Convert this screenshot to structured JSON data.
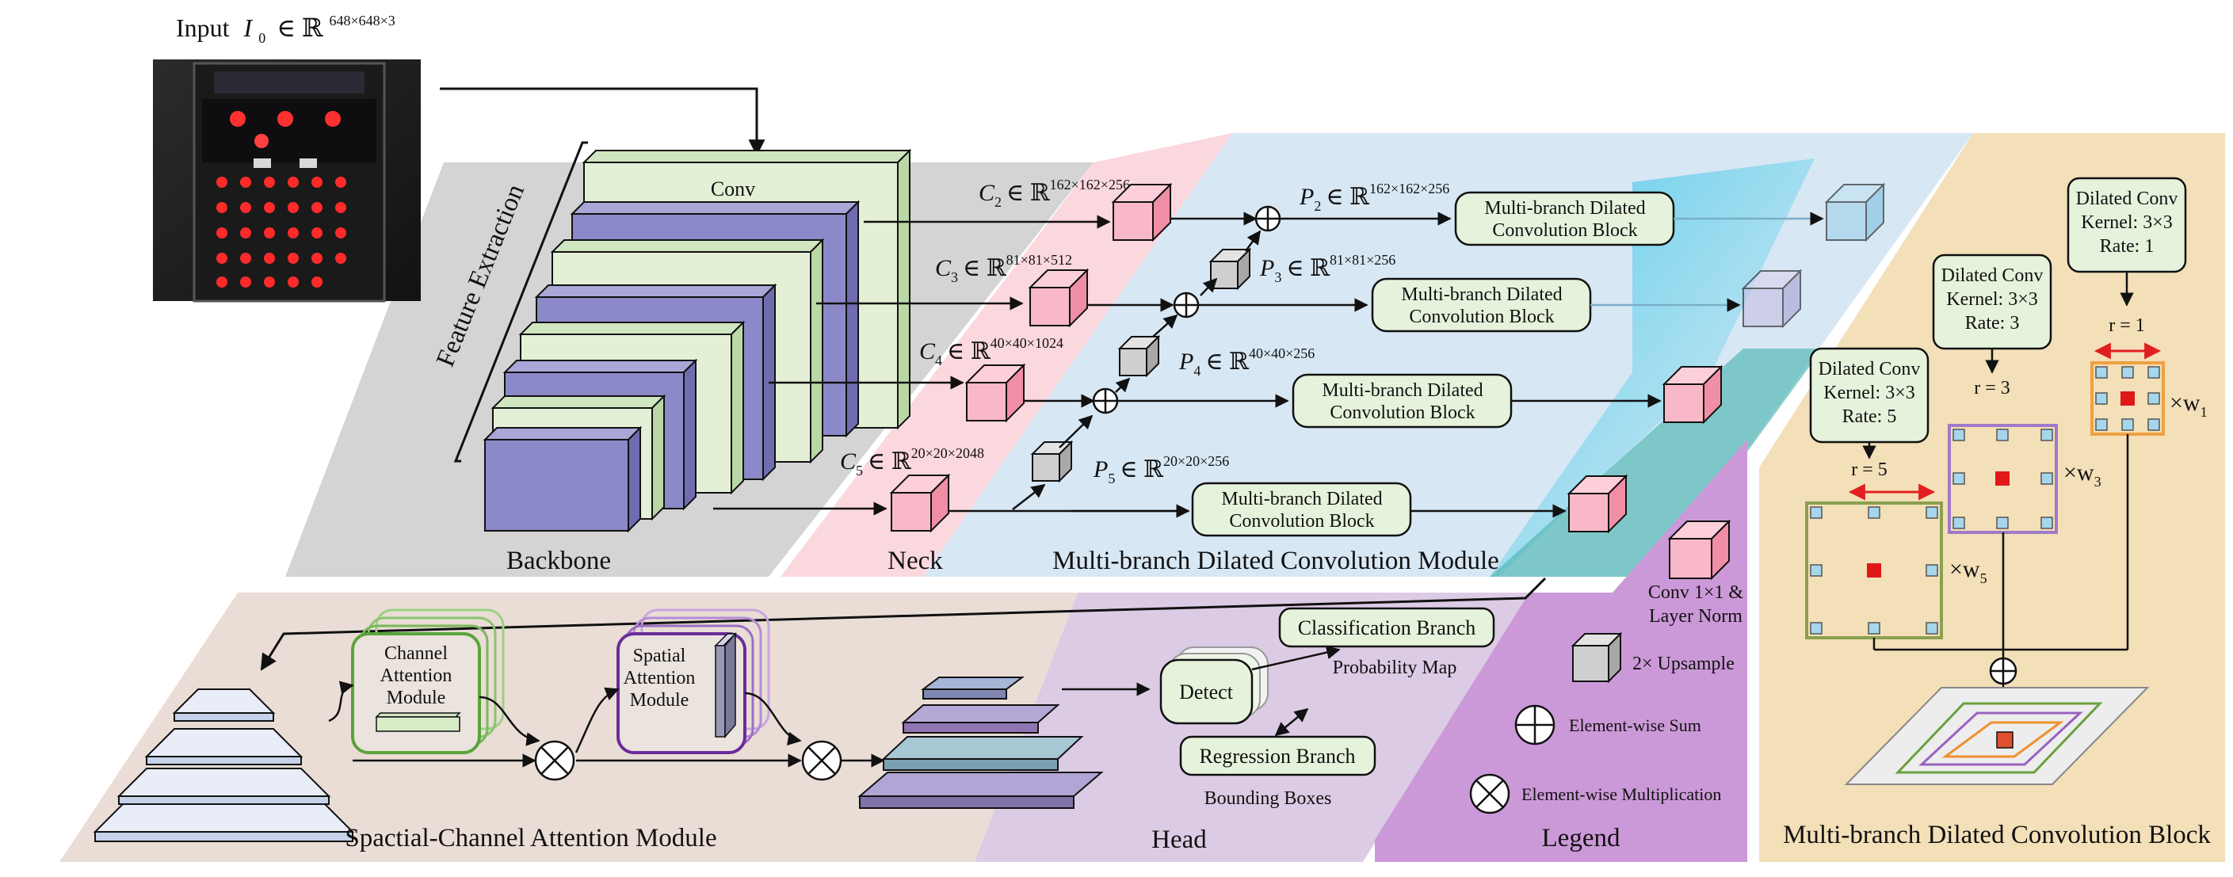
{
  "input": {
    "label": "Input",
    "var": "I",
    "sub": "0",
    "set": "∈ ℝ",
    "dims": "648×648×3"
  },
  "regions": {
    "backbone": "Backbone",
    "neck": "Neck",
    "mbdcm": "Multi-branch Dilated Convolution Module",
    "scam": "Spactial-Channel Attention Module",
    "head": "Head",
    "legend": "Legend",
    "mbdcb": "Multi-branch Dilated Convolution Block"
  },
  "backbone": {
    "conv": "Conv",
    "feature_extraction": "Feature Extraction"
  },
  "c_features": [
    {
      "var": "C",
      "sub": "2",
      "dims": "162×162×256"
    },
    {
      "var": "C",
      "sub": "3",
      "dims": "81×81×512"
    },
    {
      "var": "C",
      "sub": "4",
      "dims": "40×40×1024"
    },
    {
      "var": "C",
      "sub": "5",
      "dims": "20×20×2048"
    }
  ],
  "p_features": [
    {
      "var": "P",
      "sub": "2",
      "dims": "162×162×256"
    },
    {
      "var": "P",
      "sub": "3",
      "dims": "81×81×256"
    },
    {
      "var": "P",
      "sub": "4",
      "dims": "40×40×256"
    },
    {
      "var": "P",
      "sub": "5",
      "dims": "20×20×256"
    }
  ],
  "set_symbol": "∈ ℝ",
  "mbdcb_box": {
    "line1": "Multi-branch Dilated",
    "line2": "Convolution Block"
  },
  "attention": {
    "channel": [
      "Channel",
      "Attention",
      "Module"
    ],
    "spatial": [
      "Spatial",
      "Attention",
      "Module"
    ]
  },
  "head": {
    "detect": "Detect",
    "classification": "Classification Branch",
    "probability": "Probability Map",
    "regression": "Regression Branch",
    "bounding": "Bounding Boxes"
  },
  "legend": {
    "conv": [
      "Conv 1×1 &",
      "Layer Norm"
    ],
    "upsample": "2× Upsample",
    "sum": "Element-wise Sum",
    "mult": "Element-wise Multiplication"
  },
  "dilated": [
    {
      "title": "Dilated Conv",
      "kernel": "Kernel: 3×3",
      "rate": "Rate: 1",
      "r": "r = 1",
      "w": "×w",
      "wsub": "1"
    },
    {
      "title": "Dilated Conv",
      "kernel": "Kernel: 3×3",
      "rate": "Rate: 3",
      "r": "r = 3",
      "w": "×w",
      "wsub": "3"
    },
    {
      "title": "Dilated Conv",
      "kernel": "Kernel: 3×3",
      "rate": "Rate: 5",
      "r": "r = 5",
      "w": "×w",
      "wsub": "5"
    }
  ],
  "colors": {
    "backbone_bg": "#d4d4d4",
    "neck_bg": "#fbd7de",
    "mbdcm_bg": "#d9e8f5",
    "scam_bg": "#e9ddd6",
    "head_bg": "#dccbe4",
    "legend_bg": "#cc99d8",
    "block_bg": "#f3dfb8",
    "pink_cube": "#f9b8c7",
    "green_layer": "#e3f0d6",
    "blue_layer": "#8c89c8",
    "rounded_box": "#e6f3dc"
  }
}
